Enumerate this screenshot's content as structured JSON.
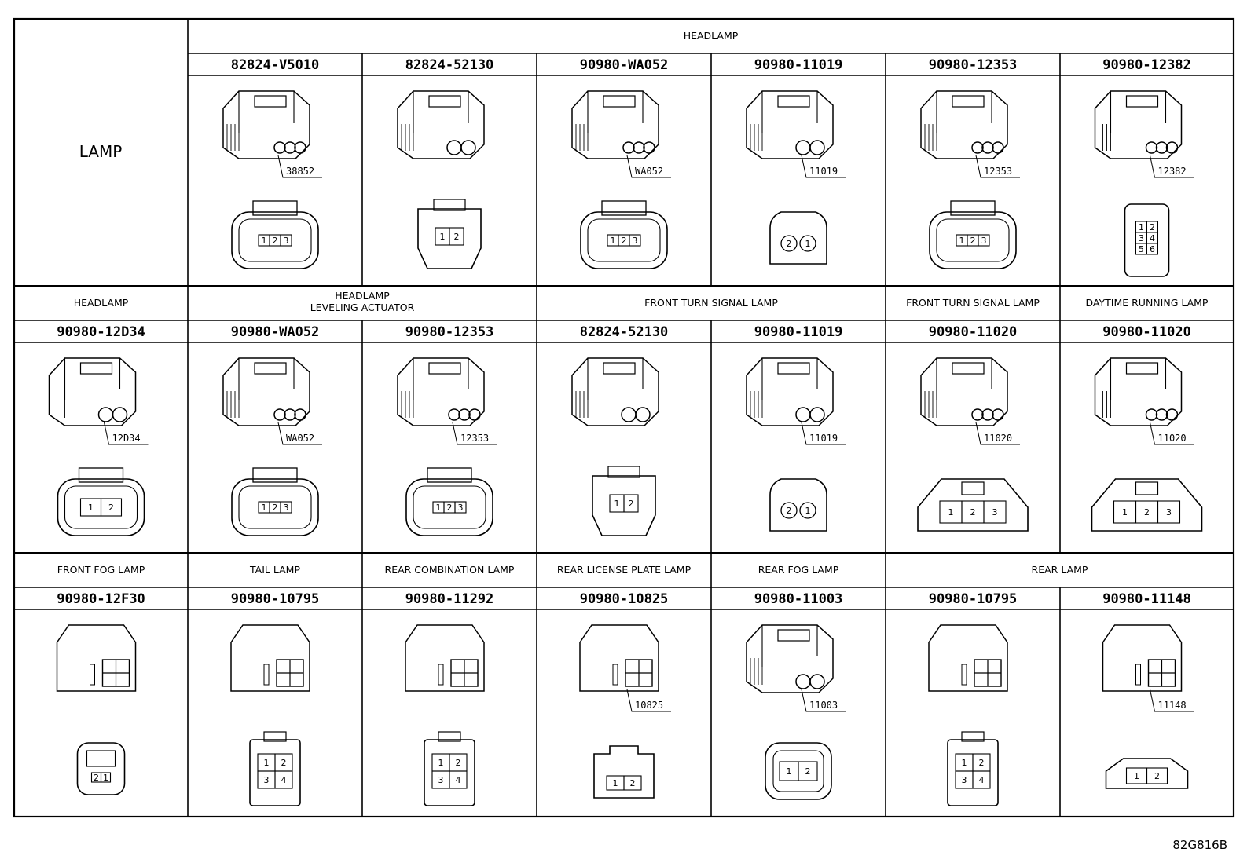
{
  "corner_label": "LAMP",
  "figure_code": "82G816B",
  "rows": [
    {
      "groups": [
        {
          "label": "HEADLAMP",
          "span": 6
        }
      ],
      "parts": [
        {
          "part_no": "82824-V5010",
          "callout": "38852",
          "pins": [
            "1",
            "2",
            "3"
          ],
          "face": "A"
        },
        {
          "part_no": "82824-52130",
          "callout": "",
          "pins": [
            "1",
            "2"
          ],
          "face": "B"
        },
        {
          "part_no": "90980-WA052",
          "callout": "WA052",
          "pins": [
            "1",
            "2",
            "3"
          ],
          "face": "A"
        },
        {
          "part_no": "90980-11019",
          "callout": "11019",
          "pins": [
            "2",
            "1"
          ],
          "face": "C"
        },
        {
          "part_no": "90980-12353",
          "callout": "12353",
          "pins": [
            "1",
            "2",
            "3"
          ],
          "face": "D"
        },
        {
          "part_no": "90980-12382",
          "callout": "12382",
          "pins": [
            "1",
            "2",
            "3",
            "4",
            "5",
            "6"
          ],
          "face": "E"
        }
      ]
    },
    {
      "groups": [
        {
          "label": "HEADLAMP",
          "span": 1
        },
        {
          "label": "HEADLAMP\nLEVELING ACTUATOR",
          "span": 2
        },
        {
          "label": "FRONT TURN SIGNAL LAMP",
          "span": 2
        },
        {
          "label": "FRONT TURN SIGNAL LAMP",
          "span": 1
        },
        {
          "label": "DAYTIME RUNNING LAMP",
          "span": 1
        }
      ],
      "parts": [
        {
          "part_no": "90980-12D34",
          "callout": "12D34",
          "pins": [
            "1",
            "2"
          ],
          "face": "F"
        },
        {
          "part_no": "90980-WA052",
          "callout": "WA052",
          "pins": [
            "1",
            "2",
            "3"
          ],
          "face": "A"
        },
        {
          "part_no": "90980-12353",
          "callout": "12353",
          "pins": [
            "1",
            "2",
            "3"
          ],
          "face": "D"
        },
        {
          "part_no": "82824-52130",
          "callout": "",
          "pins": [
            "1",
            "2"
          ],
          "face": "B"
        },
        {
          "part_no": "90980-11019",
          "callout": "11019",
          "pins": [
            "2",
            "1"
          ],
          "face": "C"
        },
        {
          "part_no": "90980-11020",
          "callout": "11020",
          "pins": [
            "1",
            "2",
            "3"
          ],
          "face": "G"
        },
        {
          "part_no": "90980-11020",
          "callout": "11020",
          "pins": [
            "1",
            "2",
            "3"
          ],
          "face": "G"
        }
      ]
    },
    {
      "groups": [
        {
          "label": "FRONT FOG LAMP",
          "span": 1
        },
        {
          "label": "TAIL LAMP",
          "span": 1
        },
        {
          "label": "REAR COMBINATION LAMP",
          "span": 1
        },
        {
          "label": "REAR LICENSE PLATE LAMP",
          "span": 1
        },
        {
          "label": "REAR FOG LAMP",
          "span": 1
        },
        {
          "label": "REAR LAMP",
          "span": 2
        }
      ],
      "parts": [
        {
          "part_no": "90980-12F30",
          "callout": "",
          "pins": [
            "2",
            "1"
          ],
          "face": "H"
        },
        {
          "part_no": "90980-10795",
          "callout": "",
          "pins": [
            "1",
            "2",
            "3",
            "4"
          ],
          "face": "I"
        },
        {
          "part_no": "90980-11292",
          "callout": "",
          "pins": [
            "1",
            "2",
            "3",
            "4"
          ],
          "face": "J"
        },
        {
          "part_no": "90980-10825",
          "callout": "10825",
          "pins": [
            "1",
            "2"
          ],
          "face": "K"
        },
        {
          "part_no": "90980-11003",
          "callout": "11003",
          "pins": [
            "1",
            "2"
          ],
          "face": "L"
        },
        {
          "part_no": "90980-10795",
          "callout": "",
          "pins": [
            "1",
            "2",
            "3",
            "4"
          ],
          "face": "I"
        },
        {
          "part_no": "90980-11148",
          "callout": "11148",
          "pins": [
            "1",
            "2"
          ],
          "face": "M"
        }
      ]
    }
  ]
}
